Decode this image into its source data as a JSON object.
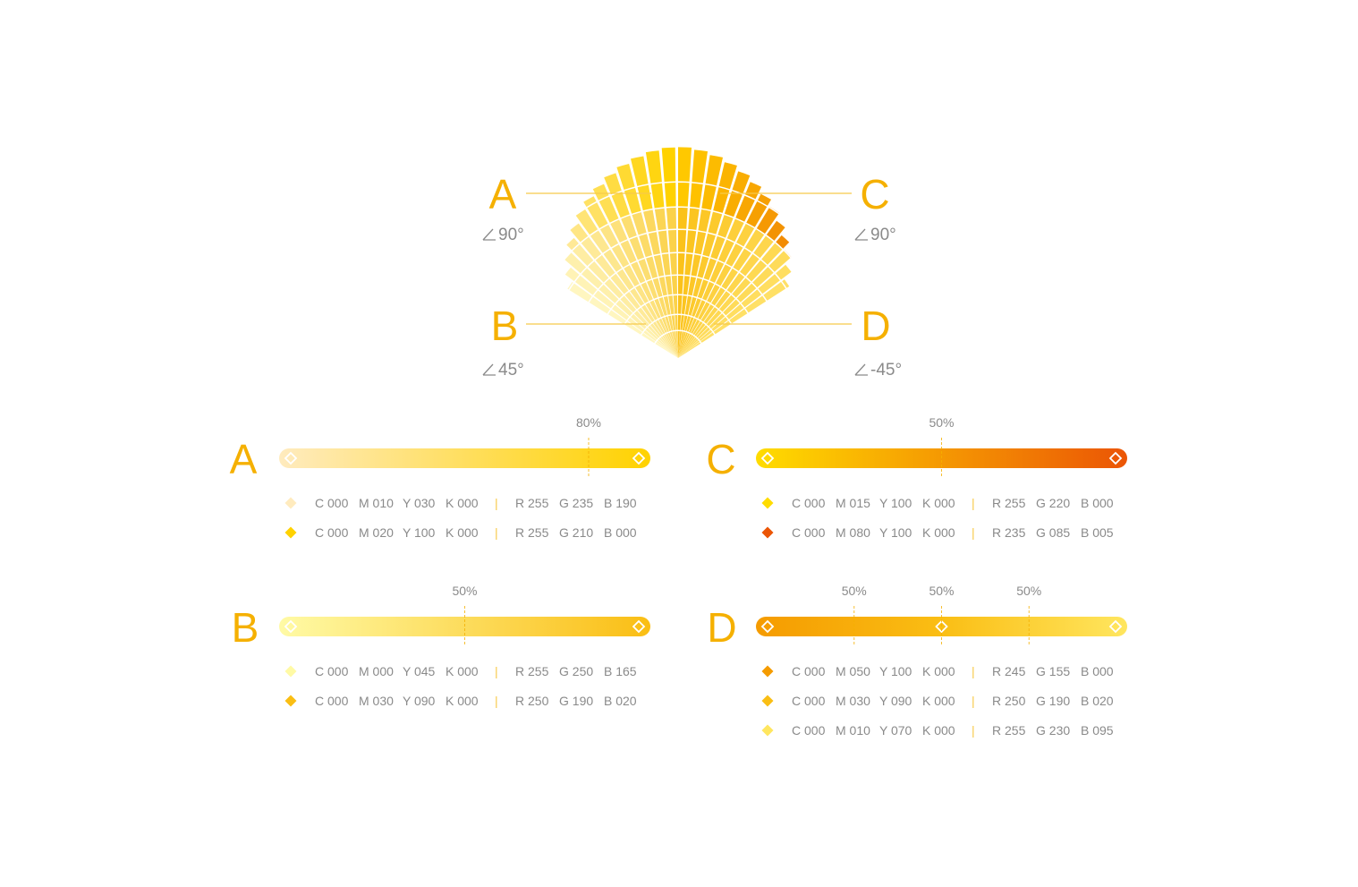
{
  "colors": {
    "accent": "#F5B000",
    "text_gray": "#8A8A8A",
    "line": "#F7C94A"
  },
  "fan": {
    "labels": [
      {
        "id": "A",
        "letter": "A",
        "angle": "90°"
      },
      {
        "id": "B",
        "letter": "B",
        "angle": "45°"
      },
      {
        "id": "C",
        "letter": "C",
        "angle": "90°"
      },
      {
        "id": "D",
        "letter": "D",
        "angle": "-45°"
      }
    ]
  },
  "gradients": [
    {
      "id": "A",
      "letter": "A",
      "stops_color": [
        "#FFEBBE",
        "#FFD200"
      ],
      "markers": [
        {
          "label": "80%",
          "pos": 0.8
        }
      ],
      "diamonds": [],
      "swatches": [
        {
          "color": "#FFEBBE",
          "cmyk": [
            "C 000",
            "M 010",
            "Y 030",
            "K 000"
          ],
          "sep": "|",
          "rgb": [
            "R 255",
            "G 235",
            "B 190"
          ]
        },
        {
          "color": "#FFD200",
          "cmyk": [
            "C 000",
            "M 020",
            "Y 100",
            "K 000"
          ],
          "sep": "|",
          "rgb": [
            "R 255",
            "G 210",
            "B 000"
          ]
        }
      ]
    },
    {
      "id": "B",
      "letter": "B",
      "stops_color": [
        "#FFFAA5",
        "#FABE14"
      ],
      "markers": [
        {
          "label": "50%",
          "pos": 0.5
        }
      ],
      "diamonds": [],
      "swatches": [
        {
          "color": "#FFFAA5",
          "cmyk": [
            "C 000",
            "M 000",
            "Y 045",
            "K 000"
          ],
          "sep": "|",
          "rgb": [
            "R 255",
            "G 250",
            "B 165"
          ]
        },
        {
          "color": "#FABE14",
          "cmyk": [
            "C 000",
            "M 030",
            "Y 090",
            "K 000"
          ],
          "sep": "|",
          "rgb": [
            "R 250",
            "G 190",
            "B 020"
          ]
        }
      ]
    },
    {
      "id": "C",
      "letter": "C",
      "stops_color": [
        "#FFDC00",
        "#EB5505"
      ],
      "markers": [
        {
          "label": "50%",
          "pos": 0.5
        }
      ],
      "diamonds": [],
      "swatches": [
        {
          "color": "#FFDC00",
          "cmyk": [
            "C 000",
            "M 015",
            "Y 100",
            "K 000"
          ],
          "sep": "|",
          "rgb": [
            "R 255",
            "G 220",
            "B 000"
          ]
        },
        {
          "color": "#EB5505",
          "cmyk": [
            "C 000",
            "M 080",
            "Y 100",
            "K 000"
          ],
          "sep": "|",
          "rgb": [
            "R 235",
            "G 085",
            "B 005"
          ]
        }
      ]
    },
    {
      "id": "D",
      "letter": "D",
      "stops_color": [
        "#F59B00",
        "#FABE14",
        "#FFE65F"
      ],
      "markers": [
        {
          "label": "50%",
          "pos": 0.25
        },
        {
          "label": "50%",
          "pos": 0.5
        },
        {
          "label": "50%",
          "pos": 0.75
        }
      ],
      "diamonds": [
        0.5
      ],
      "swatches": [
        {
          "color": "#F59B00",
          "cmyk": [
            "C 000",
            "M 050",
            "Y 100",
            "K 000"
          ],
          "sep": "|",
          "rgb": [
            "R 245",
            "G 155",
            "B 000"
          ]
        },
        {
          "color": "#FABE14",
          "cmyk": [
            "C 000",
            "M 030",
            "Y 090",
            "K 000"
          ],
          "sep": "|",
          "rgb": [
            "R 250",
            "G 190",
            "B 020"
          ]
        },
        {
          "color": "#FFE65F",
          "cmyk": [
            "C 000",
            "M 010",
            "Y 070",
            "K 000"
          ],
          "sep": "|",
          "rgb": [
            "R 255",
            "G 230",
            "B 095"
          ]
        }
      ]
    }
  ]
}
